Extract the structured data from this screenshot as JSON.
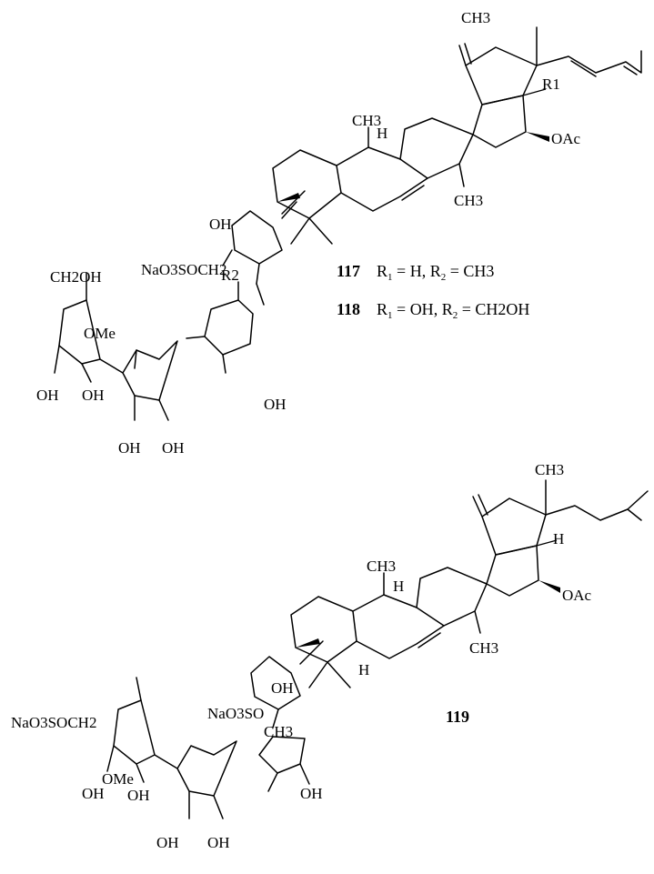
{
  "compounds": [
    {
      "structure_labels": {
        "ch3_top": "CH3",
        "r1": "R1",
        "oac": "OAc",
        "ch3_a": "CH3",
        "h_a": "H",
        "ch3_b": "CH3",
        "sugar1_oh": "OH",
        "sulfate": "NaO3SOCH2",
        "r2": "R2",
        "ch2oh": "CH2OH",
        "ome": "OMe",
        "oh1": "OH",
        "oh2": "OH",
        "oh3": "OH",
        "oh4": "OH",
        "oh5": "OH"
      },
      "variants": [
        {
          "number": "117",
          "r1_value": "H",
          "r2_value": "CH3"
        },
        {
          "number": "118",
          "r1_value": "OH",
          "r2_value": "CH2OH"
        }
      ]
    },
    {
      "number": "119",
      "structure_labels": {
        "ch3_top": "CH3",
        "h_side": "H",
        "oac": "OAc",
        "ch3_a": "CH3",
        "h_a": "H",
        "h_b": "H",
        "ch3_b": "CH3",
        "sugar1_oh": "OH",
        "sulfate_a": "NaO3SO",
        "sulfate_b": "NaO3SOCH2",
        "ch3_sugar": "CH3",
        "ome": "OMe",
        "oh1": "OH",
        "oh2": "OH",
        "oh3": "OH",
        "oh4": "OH",
        "oh5": "OH"
      }
    }
  ]
}
